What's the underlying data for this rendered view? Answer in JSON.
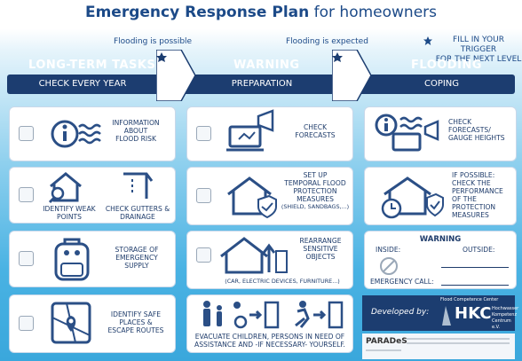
{
  "title": {
    "strong": "Emergency Response Plan",
    "rest": " for homeowners"
  },
  "triggers": {
    "flooding_possible": "Flooding is possible",
    "flooding_expected": "Flooding is expected",
    "fill_in_line1": "FILL IN YOUR TRIGGER",
    "fill_in_line2": "FOR THE NEXT LEVEL"
  },
  "phases": [
    {
      "title": "LONG-TERM TASKS",
      "band": "CHECK EVERY YEAR"
    },
    {
      "title": "WARNING",
      "band": "PREPARATION"
    },
    {
      "title": "FLOODING",
      "band": "COPING"
    }
  ],
  "cards": {
    "info_flood_risk": [
      "INFORMATION",
      "ABOUT",
      "FLOOD RISK"
    ],
    "identify_weak": [
      "IDENTIFY WEAK",
      "POINTS"
    ],
    "check_gutters": [
      "CHECK GUTTERS &",
      "DRAINAGE"
    ],
    "storage": [
      "STORAGE OF",
      "EMERGENCY",
      "SUPPLY"
    ],
    "safe_places": [
      "IDENTIFY SAFE",
      "PLACES &",
      "ESCAPE ROUTES"
    ],
    "check_forecasts": [
      "CHECK",
      "FORECASTS"
    ],
    "set_up": [
      "SET UP",
      "TEMPORAL FLOOD",
      "PROTECTION",
      "MEASURES",
      "(SHIELD, SANDBAGS,...)"
    ],
    "rearrange": [
      "REARRANGE",
      "SENSITIVE",
      "OBJECTS",
      "(CAR, ELECTRIC DEVICES, FURNITURE...)"
    ],
    "evacuate": [
      "EVACUATE CHILDREN, PERSONS IN NEED OF",
      "ASSISTANCE AND -IF NECESSARY- YOURSELF."
    ],
    "check_gauge": [
      "CHECK",
      "FORECASTS/",
      "GAUGE HEIGHTS"
    ],
    "if_possible": [
      "IF POSSIBLE:",
      "CHECK THE",
      "PERFORMANCE",
      "OF THE",
      "PROTECTION",
      "MEASURES"
    ],
    "warning_box": {
      "title": "WARNING",
      "inside": "INSIDE:",
      "outside": "OUTSIDE:",
      "emergency": "EMERGENCY CALL:"
    }
  },
  "developed_by": "Developed by:",
  "hkc": {
    "top": "Flood Competence Center",
    "logo": "HKC",
    "line1": "Hochwasser",
    "line2": "Kompetenz",
    "line3": "Centrum e.V."
  },
  "parades": "PARADeS",
  "colors": {
    "navy": "#1c3d70",
    "title_blue": "#1c4a88",
    "sky": "#49b2e3",
    "wave": "#2b4f86"
  },
  "icons": [
    "info-icon",
    "house-magnifier-icon",
    "gutter-icon",
    "backpack-icon",
    "map-pin-icon",
    "laptop-megaphone-icon",
    "house-shield-icon",
    "house-arrow-icon",
    "evacuation-icon",
    "house-clock-icon",
    "no-phone-icon",
    "star-icon"
  ]
}
